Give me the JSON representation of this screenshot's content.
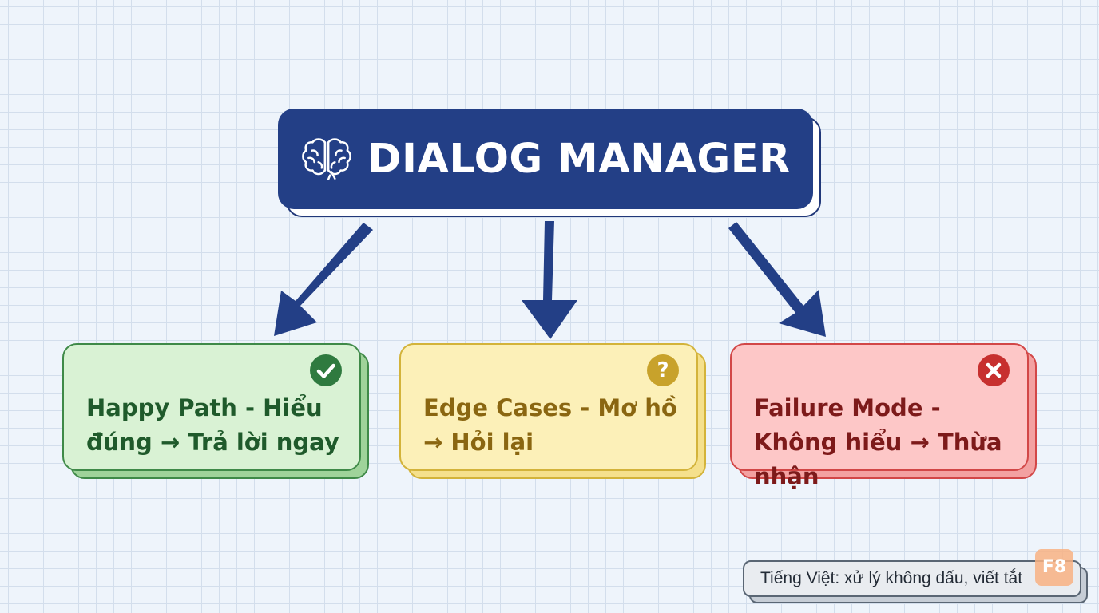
{
  "header": {
    "title": "DIALOG MANAGER",
    "icon": "brain-icon",
    "background_color": "#233f86"
  },
  "cards": [
    {
      "text": "Happy Path - Hiểu đúng → Trả lời ngay",
      "badge_icon": "check-icon",
      "color": "#d9f2d4",
      "accent": "#2f7a3f"
    },
    {
      "text": "Edge Cases - Mơ hồ → Hỏi lại",
      "badge_icon": "question-icon",
      "badge_glyph": "?",
      "color": "#fcf0b8",
      "accent": "#c8a22b"
    },
    {
      "text": "Failure Mode - Không hiểu → Thừa nhận",
      "badge_icon": "x-icon",
      "color": "#fdc7c7",
      "accent": "#c7302f"
    }
  ],
  "footnote": {
    "text": "Tiếng Việt: xử lý không dấu, viết tắt"
  },
  "logo": {
    "text": "F8"
  }
}
